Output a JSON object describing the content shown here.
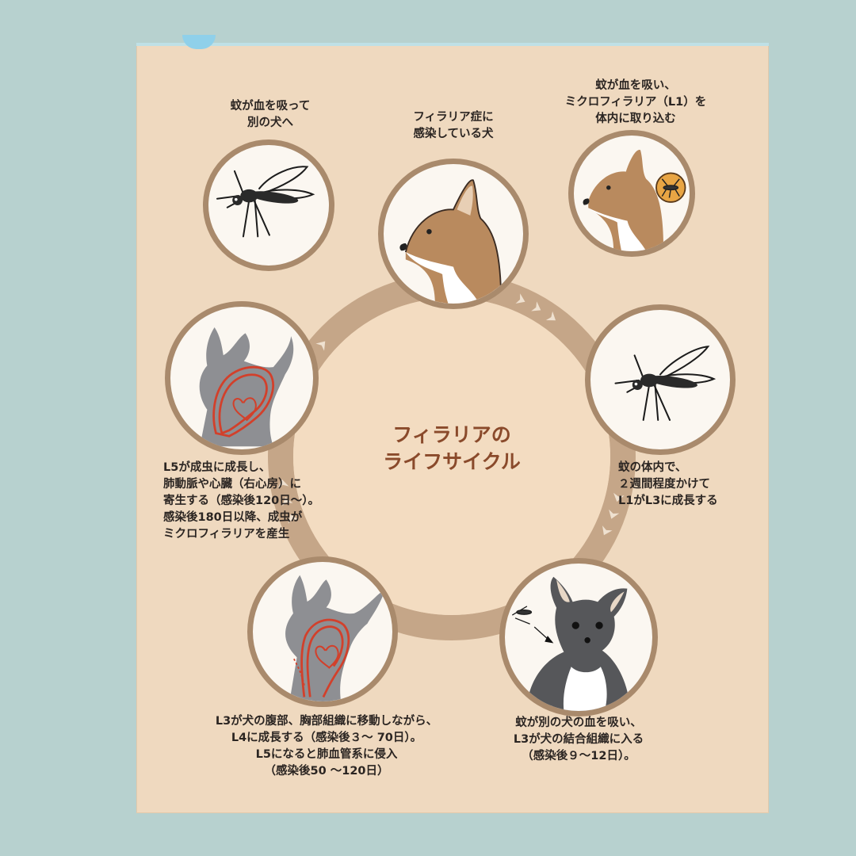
{
  "title": {
    "line1": "フィラリアの",
    "line2": "ライフサイクル"
  },
  "steps": [
    {
      "id": "infected-dog",
      "caption": "フィラリア症に\n感染している犬",
      "icon": "shiba-dog-icon"
    },
    {
      "id": "mosquito-bites",
      "caption": "蚊が血を吸い、\nミクロフィラリア（L1）を\n体内に取り込む",
      "icon": "dog-with-mosquito-icon"
    },
    {
      "id": "mosquito-growth",
      "caption": "蚊の体内で、\n２週間程度かけて\nL1がL3に成長する",
      "icon": "mosquito-icon"
    },
    {
      "id": "next-dog",
      "caption": "蚊が別の犬の血を吸い、\nL3が犬の結合組織に入る\n（感染後９～12日）。",
      "icon": "chihuahua-bitten-icon"
    },
    {
      "id": "migration",
      "caption": "L3が犬の腹部、胸部組織に移動しながら、\nL4に成長する（感染後３～ 70日）。\nL5になると肺血管系に侵入\n（感染後50 ～120日）",
      "icon": "dog-silhouette-vessels-icon"
    },
    {
      "id": "adult-worm",
      "caption": "L5が成虫に成長し、\n肺動脈や心臓（右心房）に\n寄生する（感染後120日～）。\n感染後180日以降、成虫が\nミクロフィラリアを産生",
      "icon": "dog-silhouette-heart-icon"
    },
    {
      "id": "mosquito-transfer",
      "caption": "蚊が血を吸って\n別の犬へ",
      "icon": "mosquito-icon"
    }
  ],
  "colors": {
    "background": "#b7d1cf",
    "paper": "#efd9bf",
    "ring": "#c7a889",
    "circle_border": "#a98a6c",
    "title": "#8a4a2b",
    "vessel": "#d2402b",
    "dog_fur": "#b98a5e"
  }
}
